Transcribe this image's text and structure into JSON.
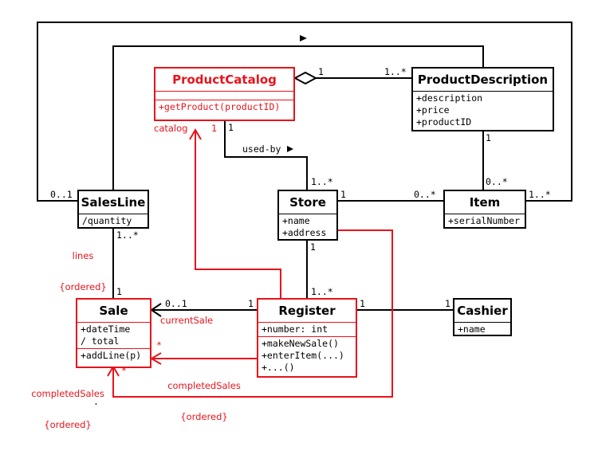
{
  "classes": {
    "product_catalog": {
      "name": "ProductCatalog",
      "attributes": [],
      "operations": [
        "+getProduct(productID)"
      ]
    },
    "product_description": {
      "name": "ProductDescription",
      "attributes": [
        "+description",
        "+price",
        "+productID"
      ]
    },
    "sales_line": {
      "name": "SalesLine",
      "attributes": [
        "/quantity"
      ]
    },
    "store": {
      "name": "Store",
      "attributes": [
        "+name",
        "+address"
      ]
    },
    "item": {
      "name": "Item",
      "attributes": [
        "+serialNumber"
      ]
    },
    "sale": {
      "name": "Sale",
      "attributes": [
        "+dateTime",
        " / total"
      ],
      "operations": [
        "+addLine(p)"
      ]
    },
    "register": {
      "name": "Register",
      "attributes": [
        "+number: int"
      ],
      "operations": [
        "+makeNewSale()",
        "+enterItem(...)",
        "+...()"
      ]
    },
    "cashier": {
      "name": "Cashier",
      "attributes": [
        "+name"
      ]
    }
  },
  "labels": {
    "m_pc_pd": "1",
    "m_pd_pc": "1..*",
    "m_pc_store": "1",
    "used_by": "used-by",
    "m_store_pc": "1..*",
    "catalog_role": "catalog",
    "m_pd_item": "1",
    "m_item_pd": "0..*",
    "m_store_item": "1",
    "m_item_store": "0..*",
    "m_item_top": "1..*",
    "m_sl_top": "0..1",
    "m_sl_sale": "1..*",
    "lines_role": "lines",
    "lines_ordered": "{ordered}",
    "m_sale_sl": "1",
    "m_store_reg": "1",
    "m_reg_store": "1..*",
    "m_sale_reg": "0..1",
    "m_reg_sale": "1",
    "current_sale": "currentSale",
    "m_reg_cashier": "1",
    "m_cashier_reg": "1",
    "star_1": "*",
    "star_2": "*",
    "completed_sales_1": "completedSales",
    "completed_ordered_1": "{ordered}",
    "completed_sales_2": "completedSales",
    "completed_ordered_2": "{ordered}",
    "dot": "."
  },
  "colors": {
    "line": "#000000",
    "highlight": "#e8131b"
  }
}
